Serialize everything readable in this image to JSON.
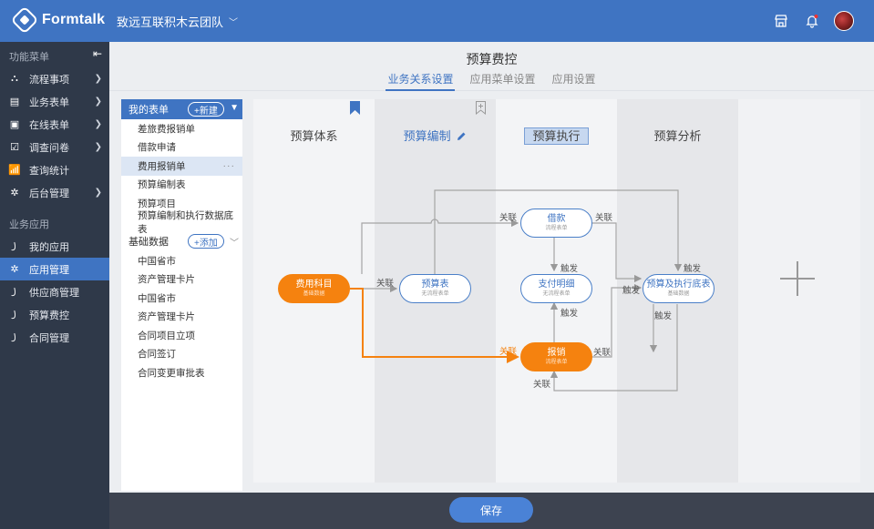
{
  "header": {
    "logo_text": "Formtalk",
    "team_name": "致远互联积木云团队",
    "icons": [
      "store-icon",
      "bell-icon",
      "avatar"
    ]
  },
  "sidebar": {
    "group1_title": "功能菜单",
    "group1": [
      {
        "label": "流程事项",
        "icon": "flow-icon",
        "arrow": true
      },
      {
        "label": "业务表单",
        "icon": "form-icon",
        "arrow": true
      },
      {
        "label": "在线表单",
        "icon": "online-form-icon",
        "arrow": true
      },
      {
        "label": "调查问卷",
        "icon": "survey-icon",
        "arrow": true
      },
      {
        "label": "查询统计",
        "icon": "stats-icon",
        "arrow": false
      },
      {
        "label": "后台管理",
        "icon": "gear-icon",
        "arrow": true
      }
    ],
    "group2_title": "业务应用",
    "group2": [
      {
        "label": "我的应用",
        "icon": "apps-icon"
      },
      {
        "label": "应用管理",
        "icon": "gear-icon",
        "active": true
      },
      {
        "label": "供应商管理",
        "icon": "apps-icon"
      },
      {
        "label": "预算费控",
        "icon": "apps-icon"
      },
      {
        "label": "合同管理",
        "icon": "apps-icon"
      }
    ]
  },
  "page": {
    "title": "预算费控",
    "tabs": [
      "业务关系设置",
      "应用菜单设置",
      "应用设置"
    ],
    "active_tab": 0
  },
  "formlist": {
    "my_forms_title": "我的表单",
    "new_button": "+新建",
    "my_forms": [
      "差旅费报销单",
      "借款申请",
      "费用报销单",
      "预算编制表",
      "预算项目",
      "预算编制和执行数据底表"
    ],
    "selected_index": 2,
    "selected_more": "···",
    "basic_title": "基础数据",
    "add_button": "+添加",
    "basic_items": [
      "中国省市",
      "资产管理卡片",
      "中国省市",
      "资产管理卡片",
      "合同项目立项",
      "合同签订",
      "合同变更审批表"
    ]
  },
  "canvas": {
    "columns": [
      "预算体系",
      "预算编制",
      "预算执行",
      "预算分析"
    ],
    "nodes": {
      "expense_item": {
        "title": "费用科目",
        "sub": "基础数据"
      },
      "budget_table": {
        "title": "预算表",
        "sub": "无流程表单"
      },
      "loan": {
        "title": "借款",
        "sub": "流程表单"
      },
      "payment_detail": {
        "title": "支付明细",
        "sub": "无流程表单"
      },
      "reimburse": {
        "title": "报销",
        "sub": "流程表单"
      },
      "analysis": {
        "title": "预算及执行底表",
        "sub": "基础数据"
      }
    },
    "labels": {
      "link": "关联",
      "trigger": "触发"
    }
  },
  "footer": {
    "save_label": "保存"
  },
  "colors": {
    "primary": "#3f74c2",
    "orange": "#f5820f",
    "sidebar": "#2f3949"
  }
}
